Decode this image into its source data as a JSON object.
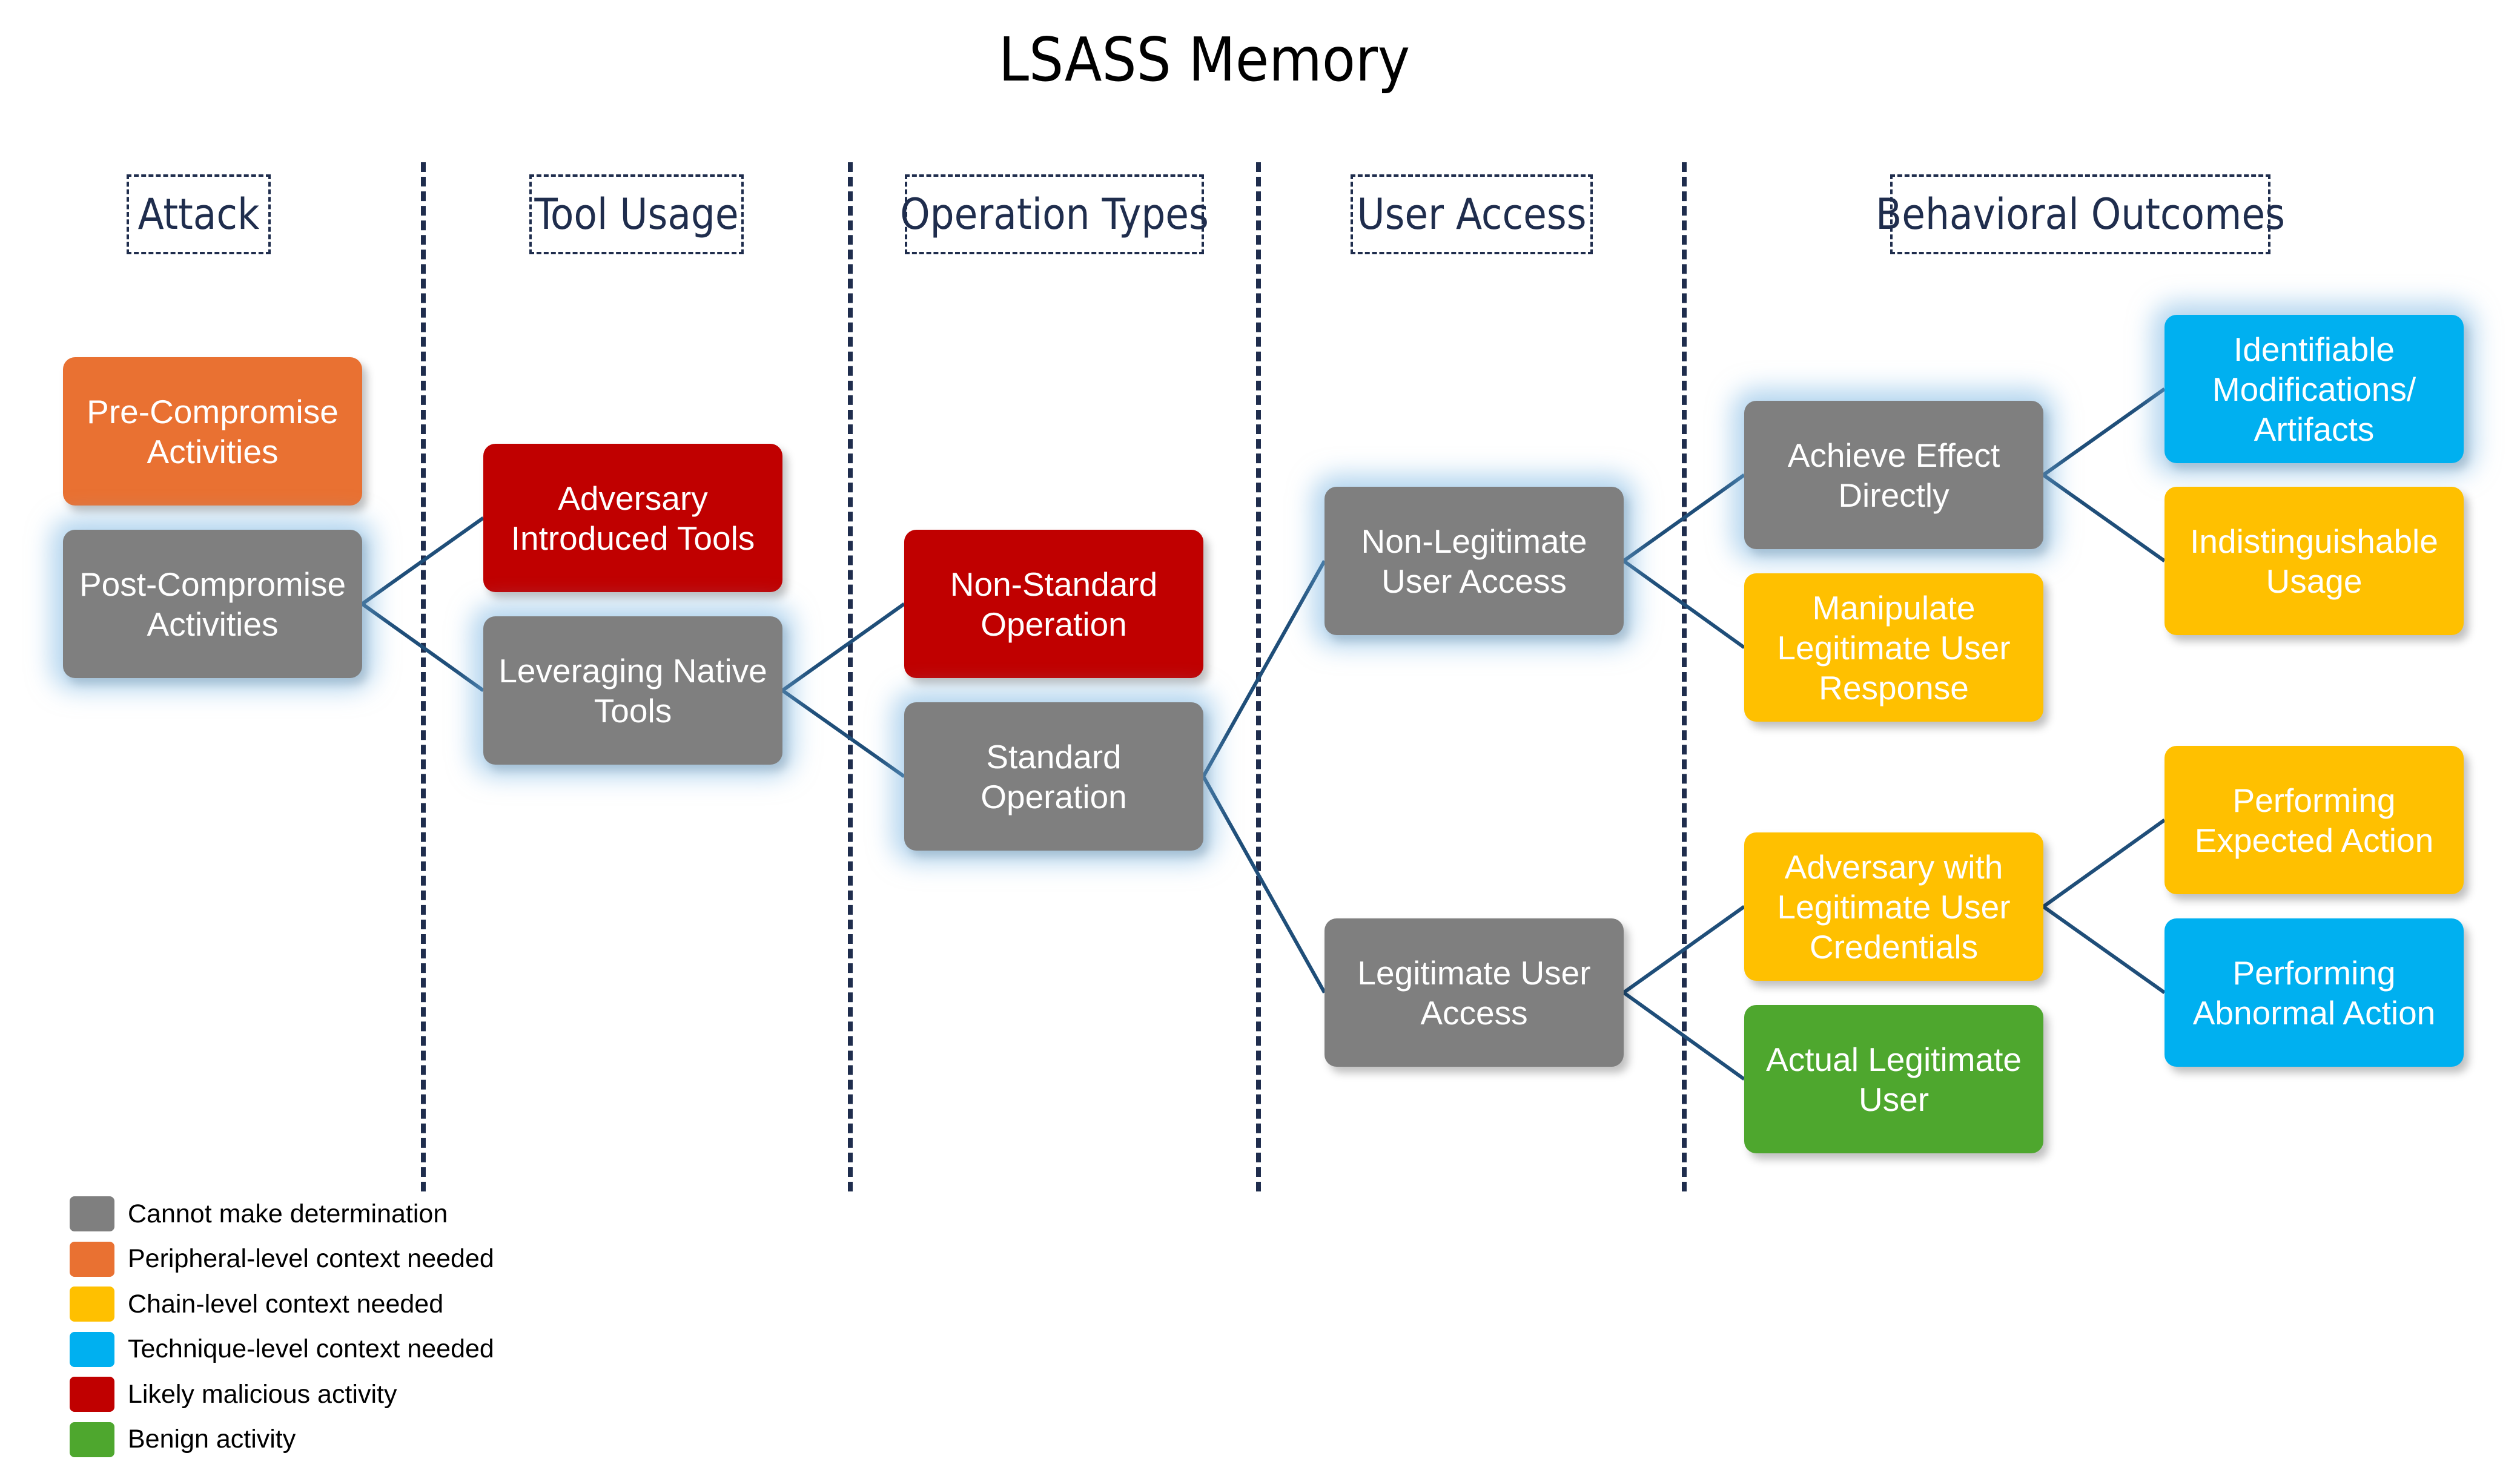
{
  "title": "LSASS Memory",
  "colors": {
    "gray": "#7f7f7f",
    "orange": "#e97132",
    "yellow": "#ffc000",
    "blue": "#00b0f0",
    "red": "#c00000",
    "green": "#4ea72e",
    "dashed_line": "#1f2d4d",
    "connector": "#1f4e79"
  },
  "columns": [
    {
      "label": "Attack"
    },
    {
      "label": "Tool Usage"
    },
    {
      "label": "Operation Types"
    },
    {
      "label": "User Access"
    },
    {
      "label": "Behavioral Outcomes"
    }
  ],
  "nodes": [
    {
      "id": "pre_compromise",
      "label": "Pre-Compromise\nActivities",
      "color": "orange",
      "glow": false
    },
    {
      "id": "post_compromise",
      "label": "Post-Compromise\nActivities",
      "color": "gray",
      "glow": true
    },
    {
      "id": "adversary_tools",
      "label": "Adversary\nIntroduced Tools",
      "color": "red",
      "glow": false
    },
    {
      "id": "native_tools",
      "label": "Leveraging Native\nTools",
      "color": "gray",
      "glow": true
    },
    {
      "id": "non_standard",
      "label": "Non-Standard\nOperation",
      "color": "red",
      "glow": false
    },
    {
      "id": "standard",
      "label": "Standard\nOperation",
      "color": "gray",
      "glow": true
    },
    {
      "id": "non_legit_access",
      "label": "Non-Legitimate\nUser Access",
      "color": "gray",
      "glow": true
    },
    {
      "id": "legit_access",
      "label": "Legitimate User\nAccess",
      "color": "gray",
      "glow": false
    },
    {
      "id": "achieve_effect",
      "label": "Achieve Effect\nDirectly",
      "color": "gray",
      "glow": true
    },
    {
      "id": "manipulate_response",
      "label": "Manipulate\nLegitimate User\nResponse",
      "color": "yellow",
      "glow": false
    },
    {
      "id": "adversary_creds",
      "label": "Adversary with\nLegitimate User\nCredentials",
      "color": "yellow",
      "glow": false
    },
    {
      "id": "actual_user",
      "label": "Actual Legitimate\nUser",
      "color": "green",
      "glow": false
    },
    {
      "id": "identifiable_mods",
      "label": "Identifiable\nModifications/\nArtifacts",
      "color": "blue",
      "glow": true
    },
    {
      "id": "indistinguishable",
      "label": "Indistinguishable\nUsage",
      "color": "yellow",
      "glow": false
    },
    {
      "id": "expected_action",
      "label": "Performing\nExpected Action",
      "color": "yellow",
      "glow": false
    },
    {
      "id": "abnormal_action",
      "label": "Performing\nAbnormal Action",
      "color": "blue",
      "glow": false
    }
  ],
  "edges": [
    {
      "from": "post_compromise",
      "to": "adversary_tools"
    },
    {
      "from": "post_compromise",
      "to": "native_tools"
    },
    {
      "from": "native_tools",
      "to": "non_standard"
    },
    {
      "from": "native_tools",
      "to": "standard"
    },
    {
      "from": "standard",
      "to": "non_legit_access"
    },
    {
      "from": "standard",
      "to": "legit_access"
    },
    {
      "from": "non_legit_access",
      "to": "achieve_effect"
    },
    {
      "from": "non_legit_access",
      "to": "manipulate_response"
    },
    {
      "from": "legit_access",
      "to": "adversary_creds"
    },
    {
      "from": "legit_access",
      "to": "actual_user"
    },
    {
      "from": "achieve_effect",
      "to": "identifiable_mods"
    },
    {
      "from": "achieve_effect",
      "to": "indistinguishable"
    },
    {
      "from": "adversary_creds",
      "to": "expected_action"
    },
    {
      "from": "adversary_creds",
      "to": "abnormal_action"
    }
  ],
  "legend": [
    {
      "label": "Cannot make determination",
      "color": "gray"
    },
    {
      "label": "Peripheral-level context needed",
      "color": "orange"
    },
    {
      "label": "Chain-level context needed",
      "color": "yellow"
    },
    {
      "label": "Technique-level context needed",
      "color": "blue"
    },
    {
      "label": "Likely malicious activity",
      "color": "red"
    },
    {
      "label": "Benign activity",
      "color": "green"
    }
  ]
}
